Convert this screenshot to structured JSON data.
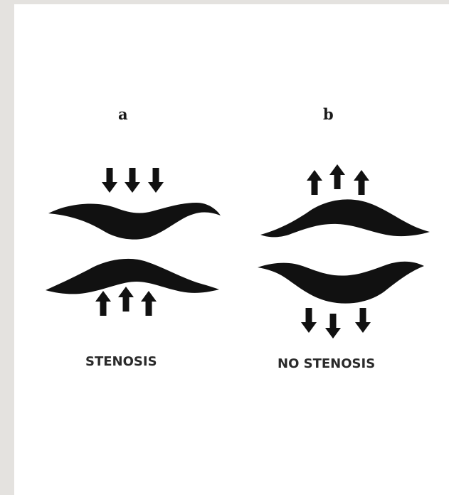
{
  "figure": {
    "panel_a": {
      "letter": "a",
      "caption": "STENOSIS",
      "top_arrows": "down",
      "bottom_arrows": "up"
    },
    "panel_b": {
      "letter": "b",
      "caption": "NO STENOSIS",
      "top_arrows": "up",
      "bottom_arrows": "down"
    },
    "colors": {
      "shape": "#111111",
      "background": "#ffffff",
      "frame": "#e4e2df"
    }
  }
}
